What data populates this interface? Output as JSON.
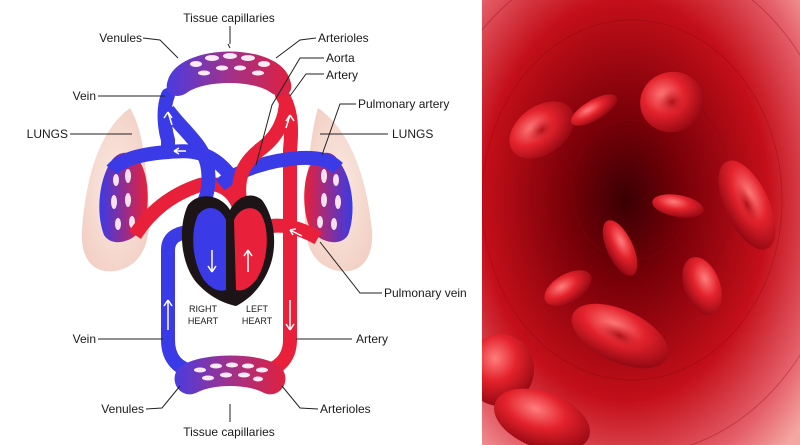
{
  "diagram": {
    "labels": {
      "tissue_capillaries_top": "Tissue capillaries",
      "venules_top": "Venules",
      "arterioles_top": "Arterioles",
      "aorta": "Aorta",
      "artery_top": "Artery",
      "vein_top": "Vein",
      "pulmonary_artery": "Pulmonary artery",
      "lungs_left": "LUNGS",
      "lungs_right": "LUNGS",
      "pulmonary_vein": "Pulmonary vein",
      "vein_bottom": "Vein",
      "artery_bottom": "Artery",
      "venules_bottom": "Venules",
      "arterioles_bottom": "Arterioles",
      "tissue_capillaries_bottom": "Tissue capillaries",
      "right_heart_line1": "RIGHT",
      "right_heart_line2": "HEART",
      "left_heart_line1": "LEFT",
      "left_heart_line2": "HEART"
    },
    "colors": {
      "oxygenated": "#e8203a",
      "deoxygenated": "#3a3ae6",
      "capillary": "#8e2f86",
      "lung": "#f6d9cf",
      "heart": "#1c1416"
    }
  },
  "photo": {
    "colors": {
      "blood_dark": "#5e0006",
      "blood_mid": "#c40f1a",
      "blood_light": "#f4a7a2"
    }
  }
}
